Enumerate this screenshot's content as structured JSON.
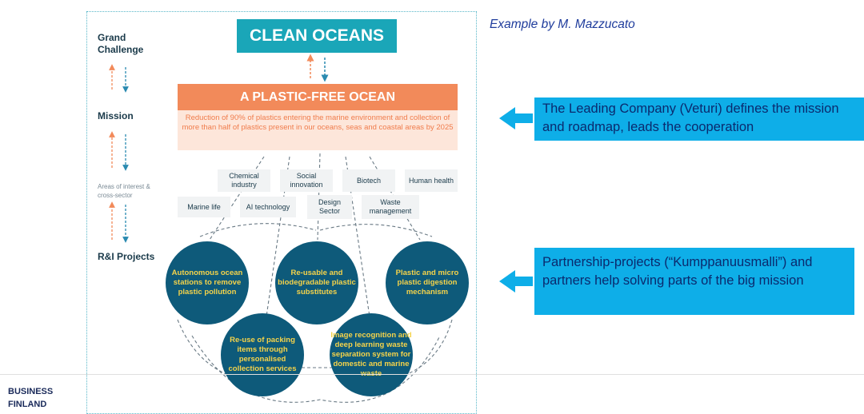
{
  "header": {
    "example_label": "Example by  M. Mazzucato"
  },
  "levels": {
    "grand_challenge": "Grand Challenge",
    "mission": "Mission",
    "areas": "Areas of interest & cross-sector",
    "projects": "R&I Projects"
  },
  "goal": "CLEAN OCEANS",
  "mission": {
    "title": "A PLASTIC-FREE OCEAN",
    "description": "Reduction of 90% of plastics entering the marine environment and collection of more than half of plastics present in our oceans, seas and coastal areas by 2025"
  },
  "sectors": [
    "Chemical industry",
    "Social innovation",
    "Biotech",
    "Human health",
    "Marine life",
    "AI technology",
    "Design Sector",
    "Waste management"
  ],
  "projects": [
    "Autonomous ocean stations to remove plastic pollution",
    "Re-usable and biodegradable plastic substitutes",
    "Plastic and micro plastic digestion mechanism",
    "Re-use of packing items through personalised collection services",
    "Image recognition and deep learning waste separation system for domestic and marine waste"
  ],
  "callouts": {
    "leading": "The Leading Company (Veturi) defines the mission and roadmap, leads the cooperation",
    "partnership": "Partnership-projects (“Kumppanuusmalli”) and partners help solving parts of the big mission"
  },
  "footer": {
    "brand_line1": "BUSINESS",
    "brand_line2": "FINLAND"
  },
  "colors": {
    "teal": "#1aa6b8",
    "orange": "#f28a5a",
    "navy": "#0e5a7a",
    "yellow": "#f5d34a",
    "callout": "#0eaee8"
  }
}
